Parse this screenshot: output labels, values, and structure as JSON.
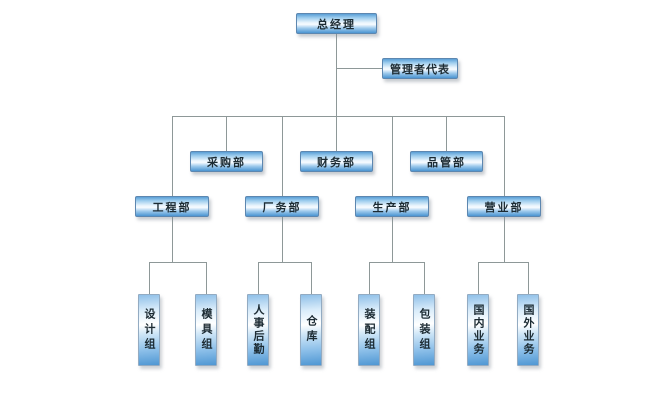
{
  "org_chart": {
    "root": {
      "label": "总经理"
    },
    "management_representative": {
      "label": "管理者代表"
    },
    "staff_departments": [
      {
        "label": "采购部"
      },
      {
        "label": "财务部"
      },
      {
        "label": "品管部"
      }
    ],
    "line_departments": [
      {
        "label": "工程部",
        "children": [
          {
            "label": "设计组"
          },
          {
            "label": "模具组"
          }
        ]
      },
      {
        "label": "厂务部",
        "children": [
          {
            "label": "人事后勤"
          },
          {
            "label": "仓库"
          }
        ]
      },
      {
        "label": "生产部",
        "children": [
          {
            "label": "装配组"
          },
          {
            "label": "包装组"
          }
        ]
      },
      {
        "label": "营业部",
        "children": [
          {
            "label": "国内业务"
          },
          {
            "label": "国外业务"
          }
        ]
      }
    ],
    "colors": {
      "box_gradient_top": "#5a9fd6",
      "box_gradient_highlight": "#f7fbff",
      "box_gradient_bottom": "#4b94d1",
      "box_border": "#5d87b0",
      "connector": "#8e9898",
      "text": "#1c2b33",
      "background": "#ffffff"
    }
  }
}
